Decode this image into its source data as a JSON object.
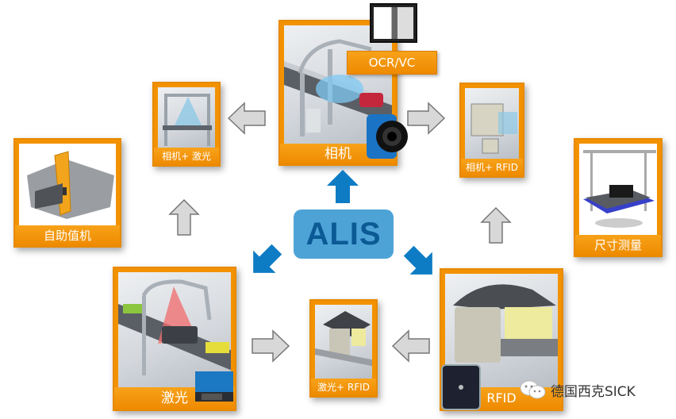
{
  "center": {
    "label": "ALIS"
  },
  "nodes": {
    "camera": {
      "label": "相机",
      "tag": "OCR/VC"
    },
    "camera_laser": {
      "label": "相机+ 激光"
    },
    "camera_rfid": {
      "label": "相机+ RFID"
    },
    "kiosk": {
      "label": "自助值机"
    },
    "dimensioning": {
      "label": "尺寸测量"
    },
    "laser": {
      "label": "激光"
    },
    "laser_rfid": {
      "label": "激光+ RFID"
    },
    "rfid": {
      "label": "RFID"
    }
  },
  "watermark": {
    "text": "德国西克SICK",
    "icon": "wechat-icon"
  },
  "colors": {
    "card_orange": "#f39200",
    "alis_blue": "#4ea3d6",
    "alis_text": "#0b5a95",
    "arrow_blue": "#0e7cc4",
    "arrow_gray": "#d8d8d8"
  }
}
